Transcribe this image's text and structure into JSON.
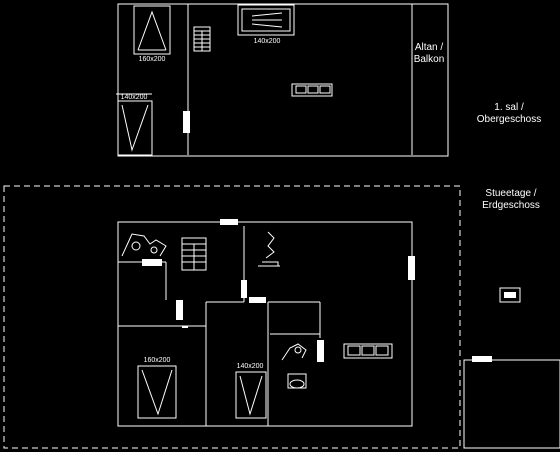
{
  "floors": {
    "upper": {
      "name_line1": "1. sal /",
      "name_line2": "Obergeschoss"
    },
    "ground": {
      "name_line1": "Stueetage /",
      "name_line2": "Erdgeschoss"
    }
  },
  "rooms": {
    "balcony_line1": "Altan /",
    "balcony_line2": "Balkon"
  },
  "beds": {
    "upper_bed_a": "160x200",
    "upper_bed_b": "140x200",
    "upper_bed_c": "140x200",
    "ground_bed_a": "160x200",
    "ground_bed_b": "140x200"
  },
  "colors": {
    "background": "#000000",
    "lines": "#ffffff"
  },
  "icons": [
    "stairs-icon",
    "bed-icon",
    "sofa-icon",
    "fireplace-icon",
    "kitchen-icon",
    "shower-icon",
    "toilet-icon",
    "washbasin-icon",
    "tv-icon",
    "door-icon"
  ]
}
